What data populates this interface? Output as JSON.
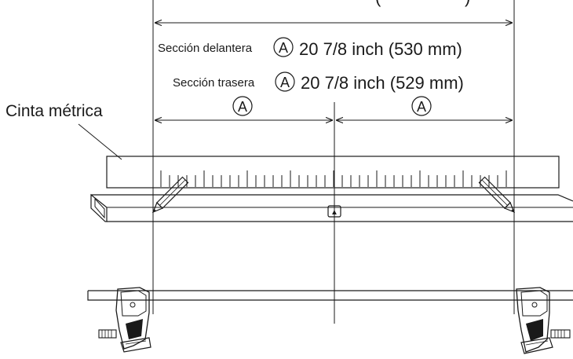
{
  "labels": {
    "top_partial": "(",
    "front_name": "Sección delantera",
    "rear_name": "Sección trasera",
    "front_value": "20 7/8 inch (530 mm)",
    "rear_value": "20 7/8 inch (529 mm)",
    "symbol_a": "A",
    "tape_label": "Cinta métrica",
    "marker_glyph": "▲"
  },
  "colors": {
    "ink": "#1a1a1a",
    "background": "#ffffff"
  },
  "icons": [
    "pencil-icon",
    "clamp-foot-icon",
    "center-marker-icon"
  ]
}
